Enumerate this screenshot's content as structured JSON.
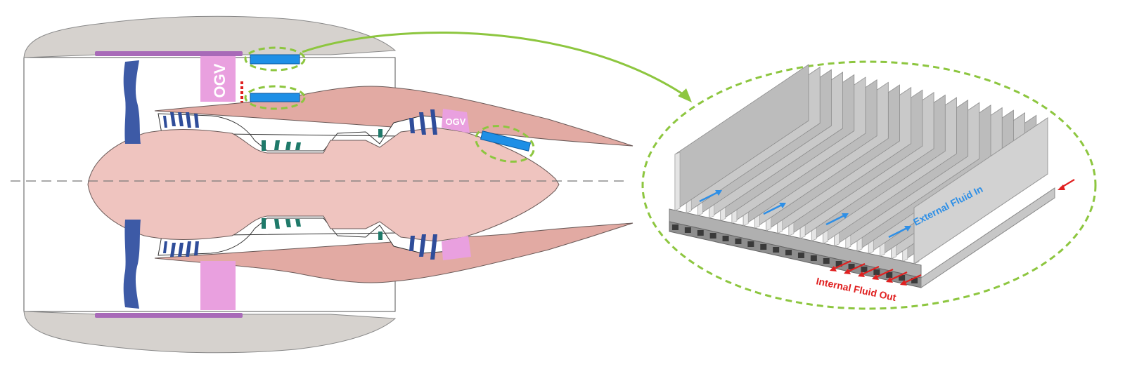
{
  "labels": {
    "ogv_fan": "OGV",
    "ogv_core": "OGV",
    "external_fluid": "External Fluid In",
    "internal_fluid": "Internal Fluid Out"
  },
  "colors": {
    "nacelle": "#d6d2ce",
    "core": "#efc4bf",
    "core_dark": "#e2aaa3",
    "fan_blade": "#3d5aa6",
    "ogv": "#e9a0df",
    "nacelle_liner": "#a86ab8",
    "heat_exchanger": "#1e8fe6",
    "highlight_ring": "#8dc63f",
    "compressor_blade_dark": "#2f4d9a",
    "compressor_blade_teal": "#1f7a6a",
    "fin": "#c8c8c8",
    "fin_dark": "#9a9a9a",
    "internal_arrow": "#e02020",
    "external_arrow": "#2e8fe6",
    "ogv_label": "#ffffff"
  },
  "icons": {
    "engine": "turbofan-cross-section",
    "heat_exchanger": "finned-heat-exchanger"
  }
}
